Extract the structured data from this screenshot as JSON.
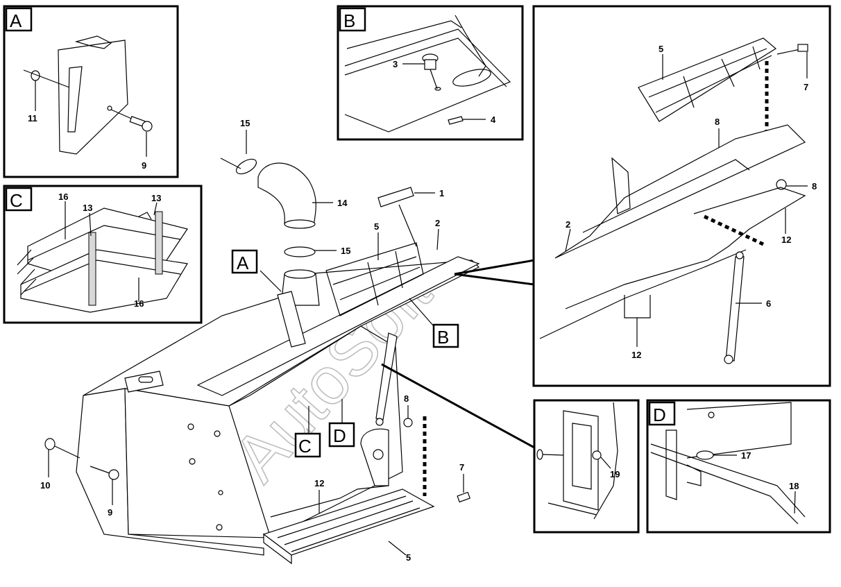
{
  "watermark": "AutoSoft",
  "view_tags": {
    "A": "A",
    "B": "B",
    "C": "C",
    "D": "D"
  },
  "main_callouts": {
    "n1": "1",
    "n2": "2",
    "n5a": "5",
    "n5b": "5",
    "n7": "7",
    "n8": "8",
    "n9": "9",
    "n10": "10",
    "n12": "12",
    "n14": "14",
    "n15a": "15",
    "n15b": "15"
  },
  "detail_a_callouts": {
    "n11": "11",
    "n9": "9"
  },
  "detail_b_callouts": {
    "n3": "3",
    "n4": "4"
  },
  "detail_c_callouts": {
    "n16a": "16",
    "n16b": "16",
    "n13a": "13",
    "n13b": "13"
  },
  "detail_right_callouts": {
    "n5": "5",
    "n7": "7",
    "n8a": "8",
    "n8b": "8",
    "n2": "2",
    "n12a": "12",
    "n12b": "12",
    "n6": "6"
  },
  "detail_19_callouts": {
    "n19": "19"
  },
  "detail_d_callouts": {
    "n17": "17",
    "n18": "18"
  }
}
